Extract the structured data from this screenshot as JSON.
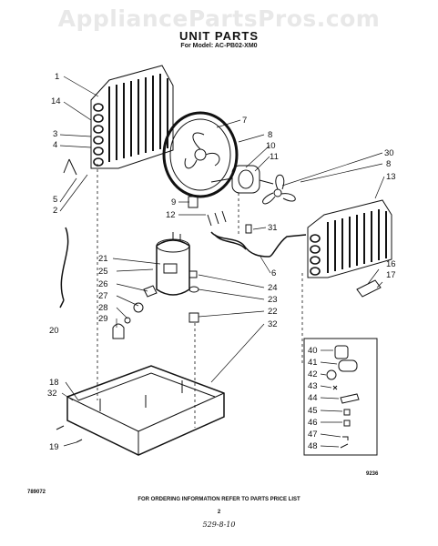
{
  "watermark": "AppliancePartsPros.com",
  "header": {
    "title": "UNIT PARTS",
    "model": "For Model: AC-PB02-XM0"
  },
  "callouts": {
    "n1": "1",
    "n2": "2",
    "n3": "3",
    "n4": "4",
    "n5": "5",
    "n6": "6",
    "n7": "7",
    "n8": "8",
    "n8b": "8",
    "n9": "9",
    "n10": "10",
    "n11": "11",
    "n12": "12",
    "n13": "13",
    "n14": "14",
    "n16": "16",
    "n17": "17",
    "n18": "18",
    "n19": "19",
    "n20": "20",
    "n21": "21",
    "n22": "22",
    "n23": "23",
    "n24": "24",
    "n25": "25",
    "n26": "26",
    "n27": "27",
    "n28": "28",
    "n29": "29",
    "n30": "30",
    "n31": "31",
    "n32": "32",
    "n32b": "32",
    "n40": "40",
    "n41": "41",
    "n42": "42",
    "n43": "43",
    "n44": "44",
    "n45": "45",
    "n46": "46",
    "n47": "47",
    "n48": "48"
  },
  "footer": {
    "doc_code": "789072",
    "figure_code": "9236",
    "instruction": "FOR ORDERING INFORMATION REFER TO PARTS PRICE LIST",
    "page": "2",
    "handwritten": "529-8-10"
  }
}
